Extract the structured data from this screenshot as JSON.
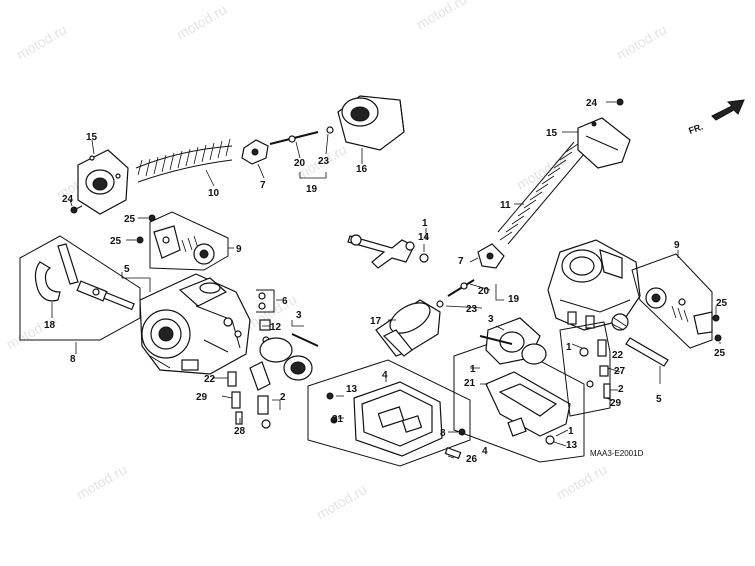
{
  "diagram": {
    "type": "exploded-parts-diagram",
    "drawing_code": "MAA3-E2001D",
    "direction_label": "FR.",
    "watermark": "motod.ru"
  },
  "callouts": [
    {
      "id": "c15a",
      "label": "15"
    },
    {
      "id": "c24a",
      "label": "24"
    },
    {
      "id": "c10",
      "label": "10"
    },
    {
      "id": "c7a",
      "label": "7"
    },
    {
      "id": "c20a",
      "label": "20"
    },
    {
      "id": "c23a",
      "label": "23"
    },
    {
      "id": "c19a",
      "label": "19"
    },
    {
      "id": "c16",
      "label": "16"
    },
    {
      "id": "c25a",
      "label": "25"
    },
    {
      "id": "c25b",
      "label": "25"
    },
    {
      "id": "c9a",
      "label": "9"
    },
    {
      "id": "c5a",
      "label": "5"
    },
    {
      "id": "c18",
      "label": "18"
    },
    {
      "id": "c8a",
      "label": "8"
    },
    {
      "id": "c6",
      "label": "6"
    },
    {
      "id": "c12",
      "label": "12"
    },
    {
      "id": "c3a",
      "label": "3"
    },
    {
      "id": "c22a",
      "label": "22"
    },
    {
      "id": "c29a",
      "label": "29"
    },
    {
      "id": "c2a",
      "label": "2"
    },
    {
      "id": "c28",
      "label": "28"
    },
    {
      "id": "c1a",
      "label": "1"
    },
    {
      "id": "c14",
      "label": "14"
    },
    {
      "id": "c11",
      "label": "11"
    },
    {
      "id": "c7b",
      "label": "7"
    },
    {
      "id": "c20b",
      "label": "20"
    },
    {
      "id": "c19b",
      "label": "19"
    },
    {
      "id": "c23b",
      "label": "23"
    },
    {
      "id": "c17",
      "label": "17"
    },
    {
      "id": "c3b",
      "label": "3"
    },
    {
      "id": "c4a",
      "label": "4"
    },
    {
      "id": "c13a",
      "label": "13"
    },
    {
      "id": "c21a",
      "label": "21"
    },
    {
      "id": "c8b",
      "label": "8"
    },
    {
      "id": "c26",
      "label": "26"
    },
    {
      "id": "c4b",
      "label": "4"
    },
    {
      "id": "c1b",
      "label": "1"
    },
    {
      "id": "c21b",
      "label": "21"
    },
    {
      "id": "c1c",
      "label": "1"
    },
    {
      "id": "c13b",
      "label": "13"
    },
    {
      "id": "c1d",
      "label": "1"
    },
    {
      "id": "c22b",
      "label": "22"
    },
    {
      "id": "c27",
      "label": "27"
    },
    {
      "id": "c2b",
      "label": "2"
    },
    {
      "id": "c29b",
      "label": "29"
    },
    {
      "id": "c5b",
      "label": "5"
    },
    {
      "id": "c24b",
      "label": "24"
    },
    {
      "id": "c15b",
      "label": "15"
    },
    {
      "id": "c9b",
      "label": "9"
    },
    {
      "id": "c25c",
      "label": "25"
    },
    {
      "id": "c25d",
      "label": "25"
    }
  ]
}
